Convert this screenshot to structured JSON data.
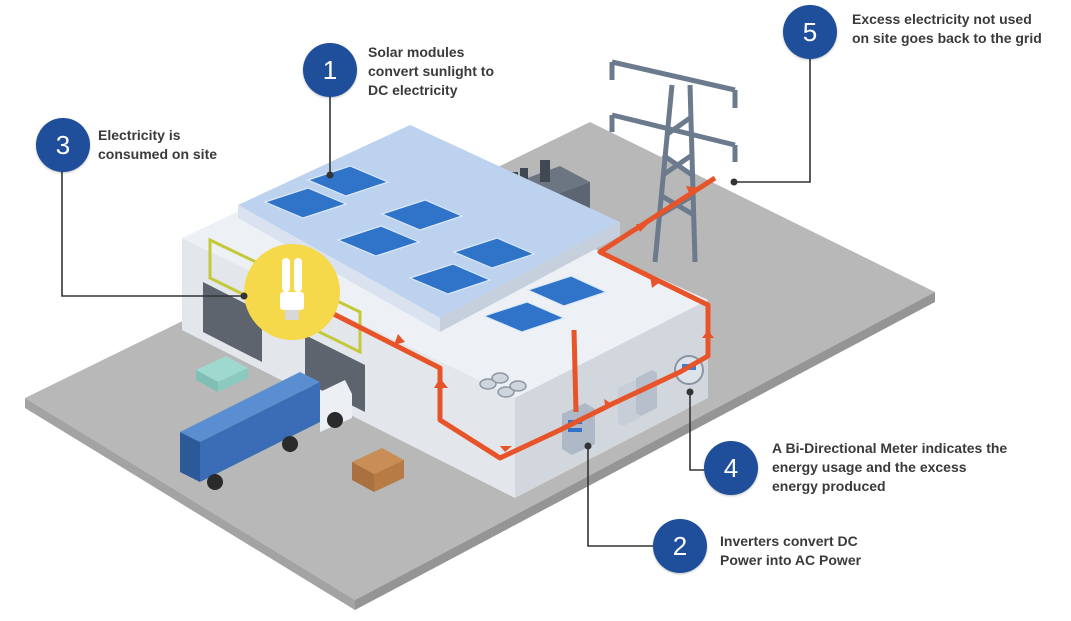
{
  "callouts": [
    {
      "number": "1",
      "text": "Solar modules\nconvert sunlight to\nDC electricity"
    },
    {
      "number": "2",
      "text": "Inverters convert DC\nPower into AC Power"
    },
    {
      "number": "3",
      "text": "Electricity is\nconsumed on site"
    },
    {
      "number": "4",
      "text": "A Bi-Directional Meter indicates the\nenergy usage and the excess\nenergy produced"
    },
    {
      "number": "5",
      "text": "Excess electricity not used\non site goes back to the grid"
    }
  ],
  "colors": {
    "badge": "#1f4e9a",
    "power_line": "#e8542a",
    "ground": "#b8b8b8",
    "building": "#e9ecf1",
    "roof": "#bcd2ee",
    "solar_panel": "#2f74c8",
    "bulb_glow": "#f6d84b",
    "tower": "#6b7a8c",
    "truck": "#3a6db5"
  }
}
